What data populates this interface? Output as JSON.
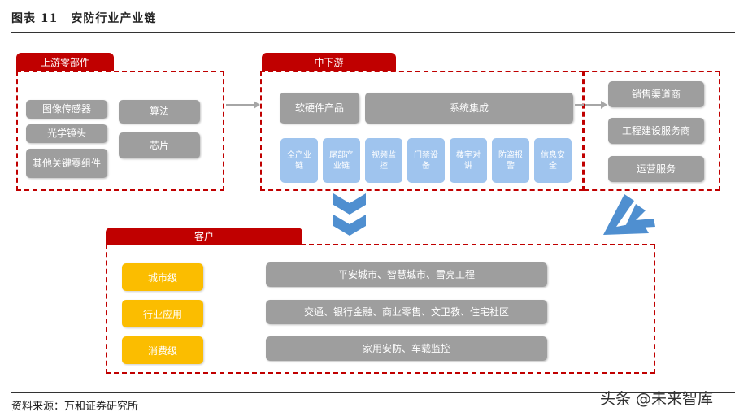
{
  "figure": {
    "number": "图表 11",
    "title": "安防行业产业链"
  },
  "upstream": {
    "label": "上游零部件",
    "items": [
      "图像传感器",
      "光学镜头",
      "其他关键零组件",
      "算法",
      "芯片"
    ]
  },
  "midstream": {
    "label": "中下游",
    "products": "软硬件产品",
    "integration": "系统集成",
    "items": [
      "全产业链",
      "尾部产业链",
      "视频监控",
      "门禁设备",
      "楼宇对讲",
      "防盗报警",
      "信息安全"
    ]
  },
  "downstream": {
    "items": [
      "销售渠道商",
      "工程建设服务商",
      "运营服务"
    ]
  },
  "customers": {
    "label": "客户",
    "levels": [
      {
        "name": "城市级",
        "desc": "平安城市、智慧城市、雪亮工程"
      },
      {
        "name": "行业应用",
        "desc": "交通、银行金融、商业零售、文卫教、住宅社区"
      },
      {
        "name": "消费级",
        "desc": "家用安防、车载监控"
      }
    ]
  },
  "source": "资料来源：万和证券研究所",
  "watermark": "头条 @未来智库",
  "colors": {
    "accent_red": "#c00000",
    "gray_box": "#9e9e9e",
    "light_blue": "#9fc4ee",
    "yellow": "#fbbd00",
    "arrow_blue": "#4f8fd0"
  }
}
